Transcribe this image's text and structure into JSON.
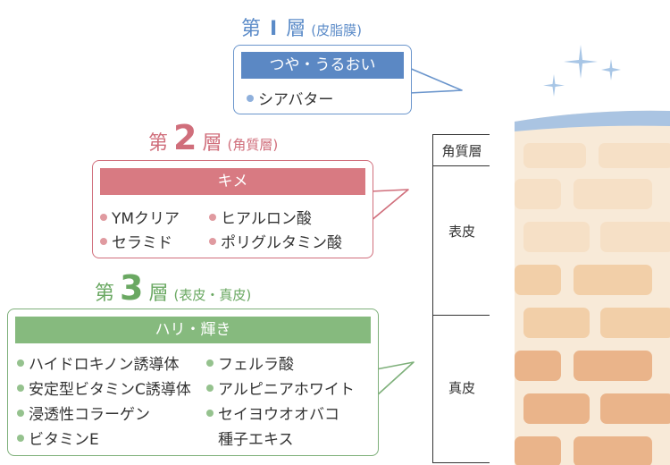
{
  "layers": [
    {
      "word": "第",
      "num": "Ⅰ",
      "suffix": "層",
      "sub": "(皮脂膜)",
      "bar": "つや・うるおい",
      "color": "#5b88c4",
      "items_left": [
        "シアバター"
      ],
      "items_right": []
    },
    {
      "word": "第",
      "num": "2",
      "suffix": "層",
      "sub": "(角質層)",
      "bar": "キメ",
      "color": "#d87a82",
      "items_left": [
        "YMクリア",
        "セラミド"
      ],
      "items_right": [
        "ヒアルロン酸",
        "ポリグルタミン酸"
      ]
    },
    {
      "word": "第",
      "num": "3",
      "suffix": "層",
      "sub": "(表皮・真皮)",
      "bar": "ハリ・輝き",
      "color": "#86ba7e",
      "items_left": [
        "ハイドロキノン誘導体",
        "安定型ビタミンC誘導体",
        "浸透性コラーゲン",
        "ビタミンE"
      ],
      "items_right": [
        "フェルラ酸",
        "アルピニアホワイト",
        "セイヨウオオバコ",
        "種子エキス"
      ]
    }
  ],
  "table": {
    "rows": [
      "角質層",
      "表皮",
      "真皮"
    ]
  }
}
